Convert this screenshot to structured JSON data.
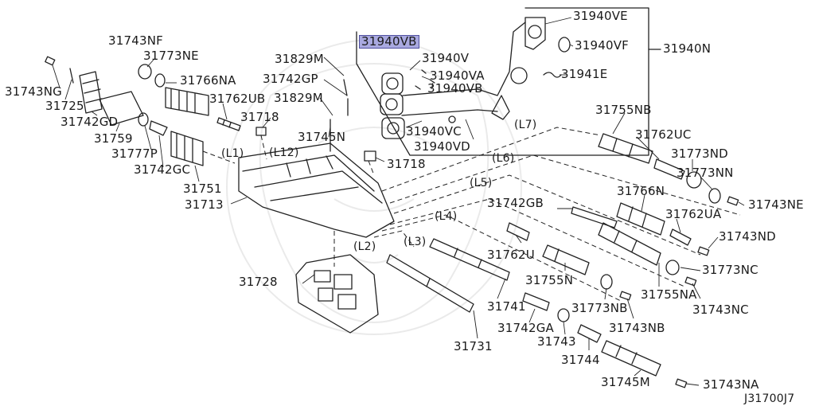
{
  "diagram_id": "J31700J7",
  "highlight_color": "#a9a9e0",
  "parts": {
    "p31743NG": "31743NG",
    "p31725": "31725",
    "p31743NF": "31743NF",
    "p31773NE": "31773NE",
    "p31766NA": "31766NA",
    "p31742GD": "31742GD",
    "p31759": "31759",
    "p31777P": "31777P",
    "p31742GC": "31742GC",
    "p31762UB": "31762UB",
    "p31751": "31751",
    "p31713": "31713",
    "p31829M_a": "31829M",
    "p31742GP": "31742GP",
    "p31829M_b": "31829M",
    "p31718_a": "31718",
    "p31745N": "31745N",
    "p31718_b": "31718",
    "p31728": "31728",
    "p31940VB_hl": "31940VB",
    "p31940V": "31940V",
    "p31940VA": "31940VA",
    "p31940VB": "31940VB",
    "p31940VC": "31940VC",
    "p31940VD": "31940VD",
    "p31940VE": "31940VE",
    "p31940VF": "31940VF",
    "p31940N": "31940N",
    "p31941E": "31941E",
    "p31755NB": "31755NB",
    "p31762UC": "31762UC",
    "p31773ND": "31773ND",
    "p31773NN": "31773NN",
    "p31743NE": "31743NE",
    "p31766N": "31766N",
    "p31762UA": "31762UA",
    "p31743ND": "31743ND",
    "p31742GB": "31742GB",
    "p31773NC": "31773NC",
    "p31762U": "31762U",
    "p31755N": "31755N",
    "p31755NA": "31755NA",
    "p31743NC": "31743NC",
    "p31741": "31741",
    "p31773NB": "31773NB",
    "p31743NB": "31743NB",
    "p31742GA": "31742GA",
    "p31743": "31743",
    "p31731": "31731",
    "p31744": "31744",
    "p31745M": "31745M",
    "p31743NA": "31743NA"
  },
  "lines": {
    "L1": "(L1)",
    "L2": "(L2)",
    "L3": "(L3)",
    "L4": "(L4)",
    "L5": "(L5)",
    "L6": "(L6)",
    "L7": "(L7)",
    "L12": "(L12)"
  }
}
